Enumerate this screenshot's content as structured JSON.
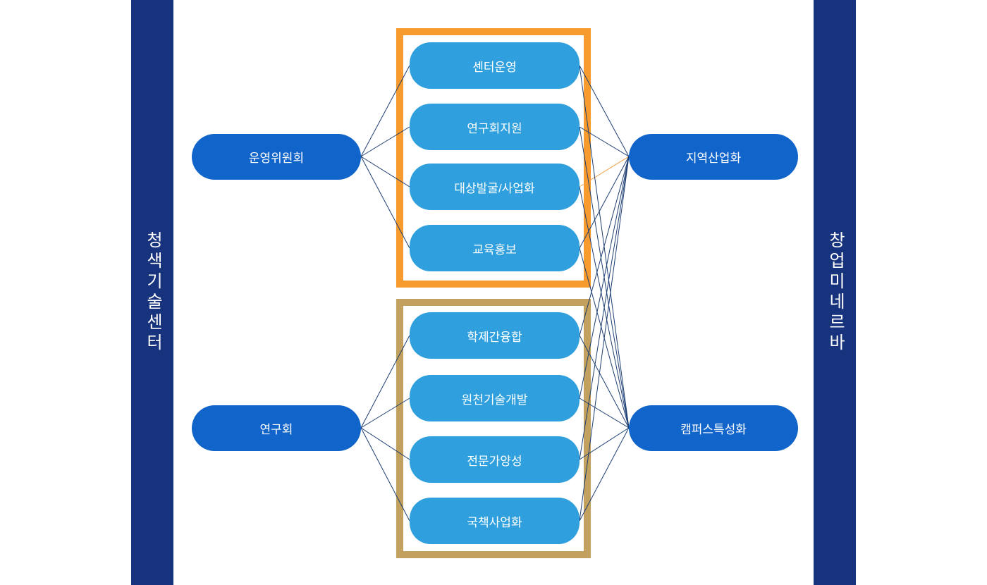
{
  "side_bars": {
    "left": {
      "label": "청색기술센터"
    },
    "right": {
      "label": "창업미네르바"
    }
  },
  "colors": {
    "banner": "#17337D",
    "node_dark": "#1164C9",
    "node_light": "#2FA0DD",
    "frame_top": "#F89B2F",
    "frame_bottom": "#C2A15E",
    "edge": "#1D3E73",
    "edge_highlight": "#F2A24E"
  },
  "diagram": {
    "left_nodes": [
      {
        "id": "op-committee",
        "label": "운영위원회"
      },
      {
        "id": "research-society",
        "label": "연구회"
      }
    ],
    "right_nodes": [
      {
        "id": "regional",
        "label": "지역산업화"
      },
      {
        "id": "campus",
        "label": "캠퍼스특성화"
      }
    ],
    "group_top": {
      "items": [
        {
          "id": "center-ops",
          "label": "센터운영"
        },
        {
          "id": "research-support",
          "label": "연구회지원"
        },
        {
          "id": "discovery",
          "label": "대상발굴/사업화"
        },
        {
          "id": "edu-pr",
          "label": "교육홍보"
        }
      ]
    },
    "group_bottom": {
      "items": [
        {
          "id": "interdisciplinary",
          "label": "학제간융합"
        },
        {
          "id": "core-tech",
          "label": "원천기술개발"
        },
        {
          "id": "experts",
          "label": "전문가양성"
        },
        {
          "id": "national",
          "label": "국책사업화"
        }
      ]
    },
    "edges": [
      {
        "from": "op-committee",
        "to": "center-ops"
      },
      {
        "from": "op-committee",
        "to": "research-support"
      },
      {
        "from": "op-committee",
        "to": "discovery"
      },
      {
        "from": "op-committee",
        "to": "edu-pr"
      },
      {
        "from": "center-ops",
        "to": "regional"
      },
      {
        "from": "research-support",
        "to": "regional"
      },
      {
        "from": "discovery",
        "to": "regional",
        "highlight": true
      },
      {
        "from": "edu-pr",
        "to": "regional"
      },
      {
        "from": "center-ops",
        "to": "campus"
      },
      {
        "from": "research-support",
        "to": "campus"
      },
      {
        "from": "discovery",
        "to": "campus"
      },
      {
        "from": "edu-pr",
        "to": "campus"
      },
      {
        "from": "research-society",
        "to": "interdisciplinary"
      },
      {
        "from": "research-society",
        "to": "core-tech"
      },
      {
        "from": "research-society",
        "to": "experts"
      },
      {
        "from": "research-society",
        "to": "national"
      },
      {
        "from": "interdisciplinary",
        "to": "campus"
      },
      {
        "from": "core-tech",
        "to": "campus"
      },
      {
        "from": "experts",
        "to": "campus"
      },
      {
        "from": "national",
        "to": "campus"
      },
      {
        "from": "interdisciplinary",
        "to": "regional"
      },
      {
        "from": "core-tech",
        "to": "regional"
      },
      {
        "from": "experts",
        "to": "regional"
      },
      {
        "from": "national",
        "to": "regional"
      }
    ]
  }
}
